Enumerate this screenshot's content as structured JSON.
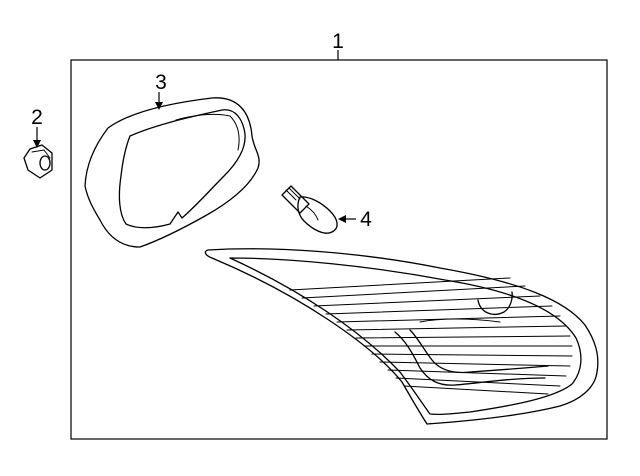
{
  "callouts": {
    "assembly": "1",
    "nut": "2",
    "socket_gasket": "3",
    "bulb": "4"
  }
}
